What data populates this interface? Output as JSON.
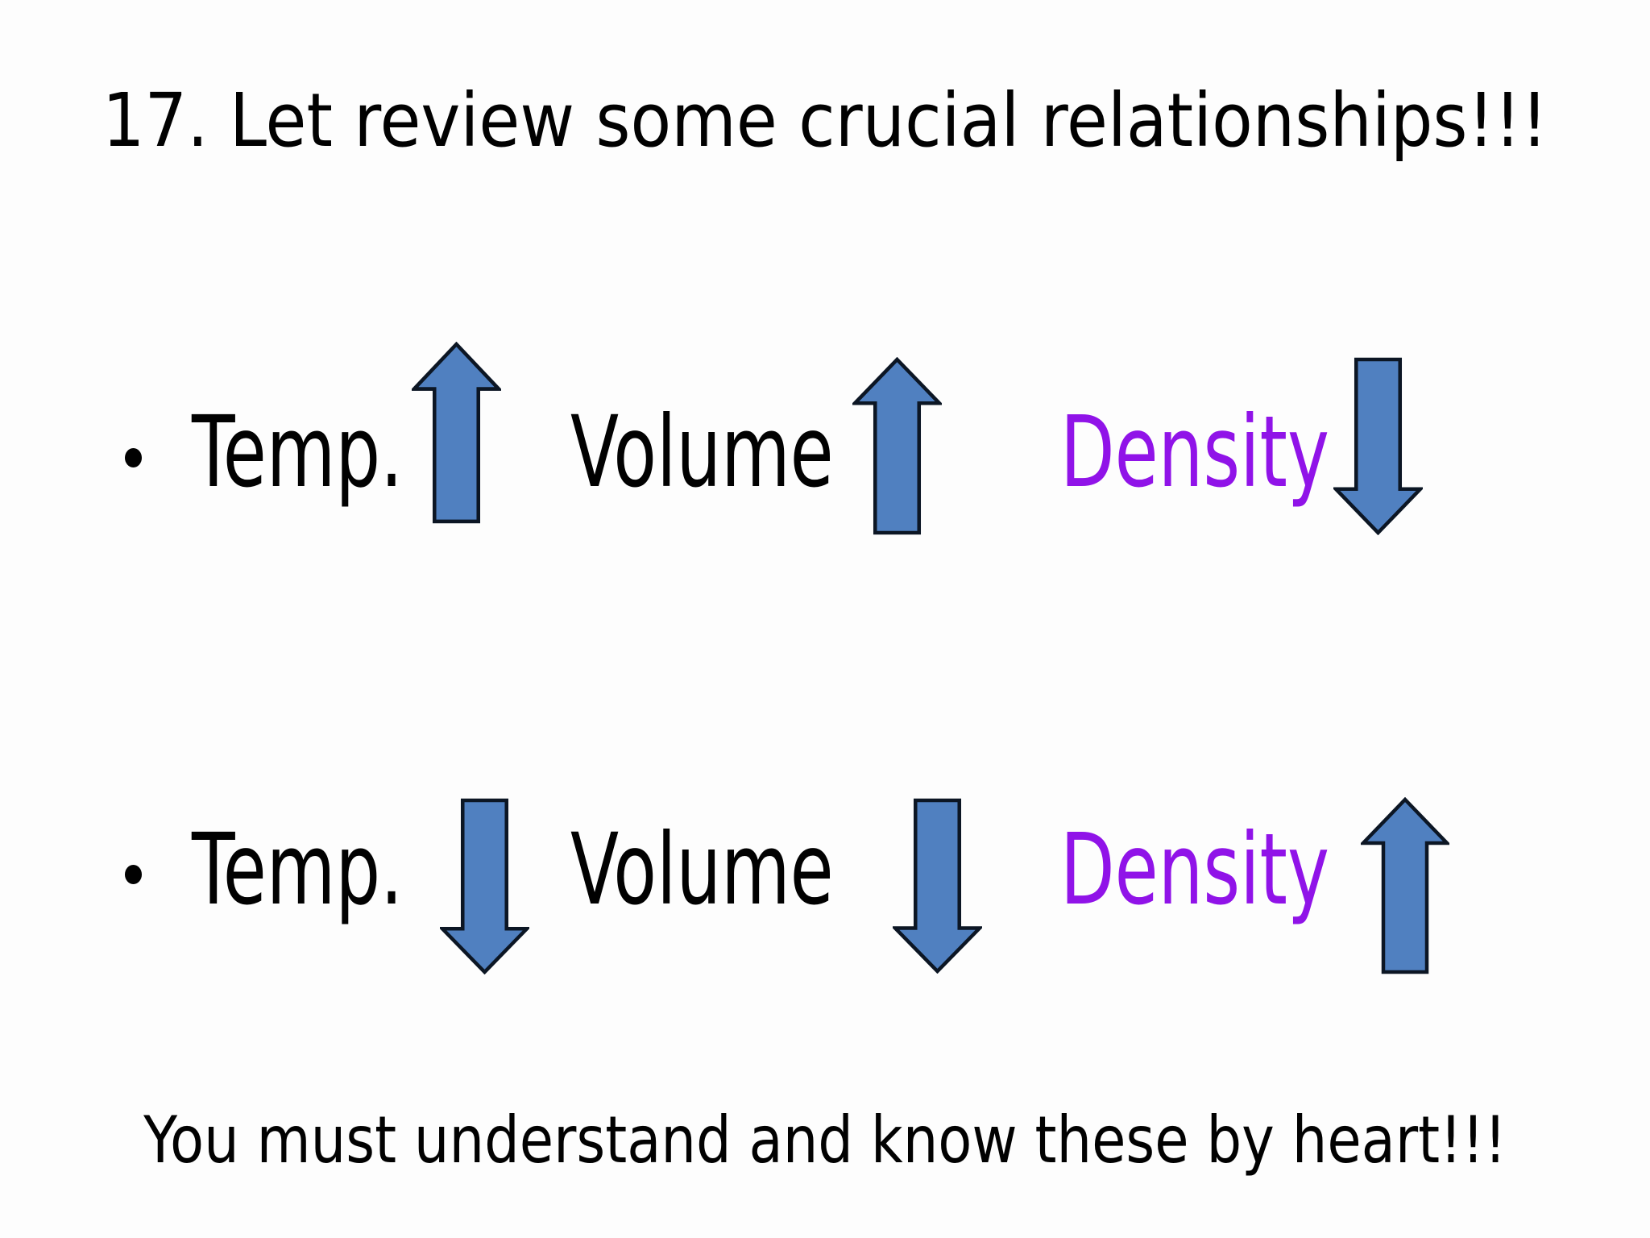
{
  "colors": {
    "background": "#fdfdfd",
    "text": "#010101",
    "density_purple": "#9013e8",
    "arrow_fill": "#5080c0",
    "arrow_outline": "#0c1624"
  },
  "slide": {
    "title": "17. Let review some crucial relationships!!!",
    "rows": [
      {
        "bullet": "•",
        "items": [
          {
            "label": "Temp.",
            "arrow_after": "up"
          },
          {
            "label": "Volume",
            "arrow_after": "up"
          },
          {
            "label": "Density",
            "arrow_after": "down"
          }
        ]
      },
      {
        "bullet": "•",
        "items": [
          {
            "label": "Temp.",
            "arrow_after": "down"
          },
          {
            "label": "Volume",
            "arrow_after": "down"
          },
          {
            "label": "Density",
            "arrow_after": "up"
          }
        ]
      }
    ],
    "footer": "You must understand and know these by heart!!!"
  }
}
